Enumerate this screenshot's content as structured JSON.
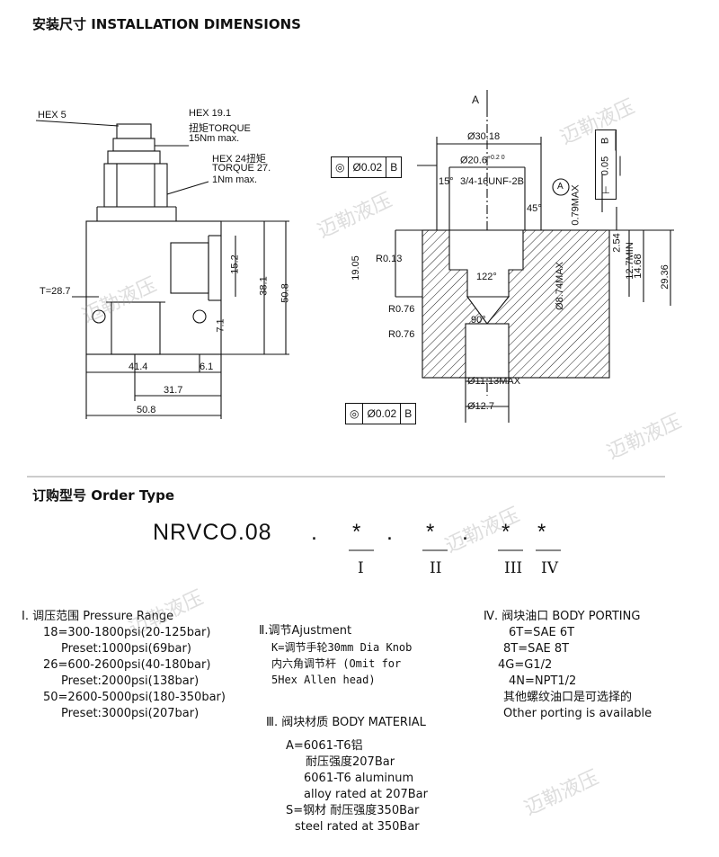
{
  "section1": {
    "title": "安装尺寸 INSTALLATION DIMENSIONS"
  },
  "left_view": {
    "hex5": "HEX 5",
    "hex19": "HEX 19.1",
    "torque1_cn": "扭矩TORQUE",
    "torque1_val": "15Nm max.",
    "hex24": "HEX 24扭矩",
    "torque2": "TORQUE 27.",
    "torque2_val": "1Nm max.",
    "t": "T=28.7",
    "d15": "15.2",
    "d38": "38.1",
    "d50v": "50.8",
    "d7": "7.1",
    "d41": "41.4",
    "d6": "6.1",
    "d31": "31.7",
    "d50h": "50.8"
  },
  "right_view": {
    "a": "A",
    "d30": "Ø30.18",
    "d20": "Ø20.6",
    "d20_tol": "+0.2 0",
    "ang15": "15°",
    "thread": "3/4-16UNF-2B",
    "circ_a": "A",
    "ang45": "45°",
    "d079": "0.79MAX",
    "r013": "R0.13",
    "d1905": "19.05",
    "ang122": "122°",
    "d874": "Ø8.74MAX",
    "d254": "2.54",
    "d127": "12.7MIN",
    "d1468": "14.68",
    "d2936": "29.36",
    "r076a": "R0.76",
    "r076b": "R0.76",
    "ang90": "90°",
    "d1113": "Ø11.13MAX",
    "d127b": "Ø12.7",
    "fcf1": [
      "Ø0.02",
      "B"
    ],
    "fcf2": [
      "Ø0.02",
      "B"
    ],
    "fcf3": [
      "0.05",
      "B"
    ]
  },
  "section2": {
    "title": "订购型号 Order Type"
  },
  "model": {
    "code": "NRVCO.08",
    "dot": ".",
    "star": "*",
    "romans": [
      "I",
      "II",
      "III",
      "IV"
    ]
  },
  "opt1": {
    "head": "Ⅰ. 调压范围 Pressure Range",
    "lines": [
      "18=300-1800psi(20-125bar)",
      "Preset:1000psi(69bar)",
      "26=600-2600psi(40-180bar)",
      "Preset:2000psi(138bar)",
      "50=2600-5000psi(180-350bar)",
      "Preset:3000psi(207bar)"
    ]
  },
  "opt2": {
    "head": "Ⅱ.调节Ajustment",
    "lines": [
      "K=调节手轮30mm Dia Knob",
      "内六角调节杆 (Omit for",
      "5Hex Allen head)"
    ]
  },
  "opt3": {
    "head": "Ⅲ. 阀块材质 BODY MATERIAL",
    "lines": [
      "A=6061-T6铝",
      "耐压强度207Bar",
      "6061-T6 aluminum",
      "alloy rated at 207Bar",
      "S=钢材 耐压强度350Bar",
      "steel rated at 350Bar"
    ]
  },
  "opt4": {
    "head": "Ⅳ. 阀块油口 BODY PORTING",
    "lines": [
      "6T=SAE 6T",
      "8T=SAE 8T",
      "4G=G1/2",
      "4N=NPT1/2",
      "其他螺纹油口是可选择的",
      "Other porting is available"
    ]
  },
  "watermark": "迈勒液压"
}
